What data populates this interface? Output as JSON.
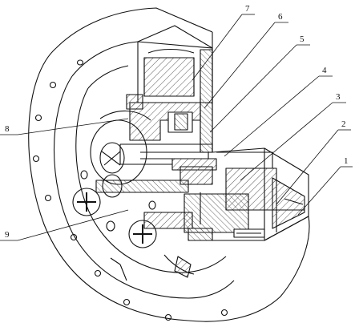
{
  "callouts": [
    {
      "id": "1",
      "label": "1"
    },
    {
      "id": "2",
      "label": "2"
    },
    {
      "id": "3",
      "label": "3"
    },
    {
      "id": "4",
      "label": "4"
    },
    {
      "id": "5",
      "label": "5"
    },
    {
      "id": "6",
      "label": "6"
    },
    {
      "id": "7",
      "label": "7"
    },
    {
      "id": "8",
      "label": "8"
    },
    {
      "id": "9",
      "label": "9"
    }
  ],
  "colors": {
    "line": "#111111",
    "hatch": "#555555",
    "background": "#ffffff"
  }
}
